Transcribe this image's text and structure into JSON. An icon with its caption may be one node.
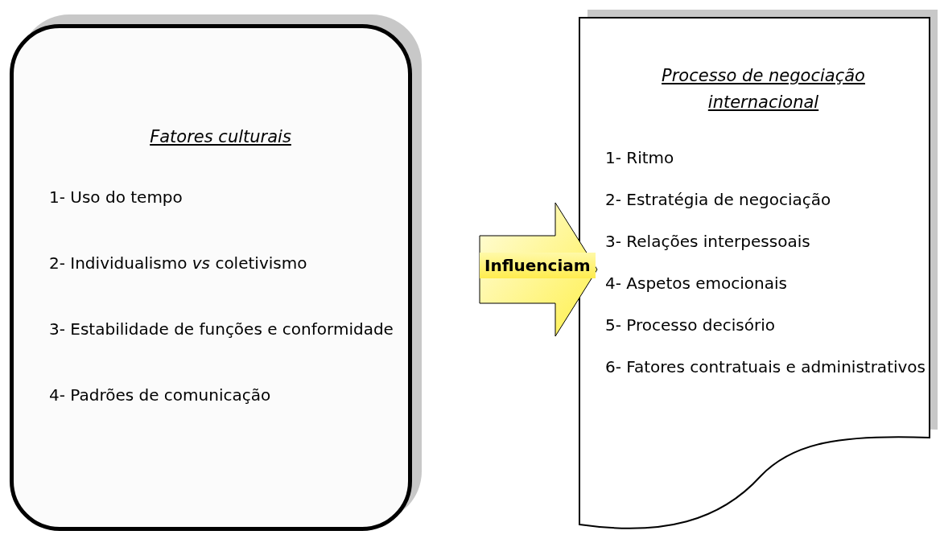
{
  "diagram": {
    "nodes": [
      {
        "text": [
          "Fatores culturais",
          "1- Uso do tempo",
          "2- Individualismo *vs* coletivismo",
          "3- Estabilidade de funções e conformidade",
          "4- Padrões de comunicação"
        ]
      },
      {
        "text": [
          "Processo de negociação internacional",
          "1- Ritmo",
          "2- Estratégia de negociação",
          "3- Relações interpessoais",
          "4- Aspetos emocionais",
          "5- Processo decisório",
          "6- Fatores contratuais e administrativos"
        ]
      }
    ],
    "edges": [
      {
        "from": 0,
        "to": 1,
        "arrow": "to",
        "label": "Influenciam",
        "style": "thick"
      }
    ]
  }
}
